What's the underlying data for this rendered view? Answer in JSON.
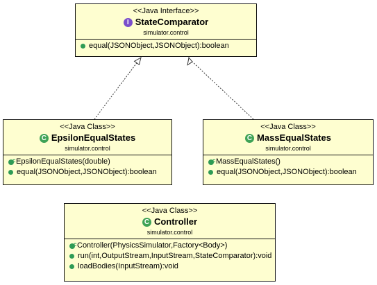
{
  "interface": {
    "stereotype": "<<Java Interface>>",
    "name": "StateComparator",
    "package": "simulator.control",
    "badge": "I",
    "methods": [
      {
        "kind": "method",
        "label": "equal(JSONObject,JSONObject):boolean"
      }
    ]
  },
  "epsilon": {
    "stereotype": "<<Java Class>>",
    "name": "EpsilonEqualStates",
    "package": "simulator.control",
    "badge": "C",
    "methods": [
      {
        "kind": "constructor",
        "label": "EpsilonEqualStates(double)"
      },
      {
        "kind": "method",
        "label": "equal(JSONObject,JSONObject):boolean"
      }
    ]
  },
  "mass": {
    "stereotype": "<<Java Class>>",
    "name": "MassEqualStates",
    "package": "simulator.control",
    "badge": "C",
    "methods": [
      {
        "kind": "constructor",
        "label": "MassEqualStates()"
      },
      {
        "kind": "method",
        "label": "equal(JSONObject,JSONObject):boolean"
      }
    ]
  },
  "controller": {
    "stereotype": "<<Java Class>>",
    "name": "Controller",
    "package": "simulator.control",
    "badge": "C",
    "methods": [
      {
        "kind": "constructor",
        "label": "Controller(PhysicsSimulator,Factory<Body>)"
      },
      {
        "kind": "method",
        "label": "run(int,OutputStream,InputStream,StateComparator):void"
      },
      {
        "kind": "method",
        "label": "loadBodies(InputStream):void"
      }
    ]
  },
  "colors": {
    "box_fill": "#fefed0",
    "interface_badge": "#7a4ecb",
    "class_badge": "#3fa357",
    "method_dot": "#2e9b55"
  }
}
